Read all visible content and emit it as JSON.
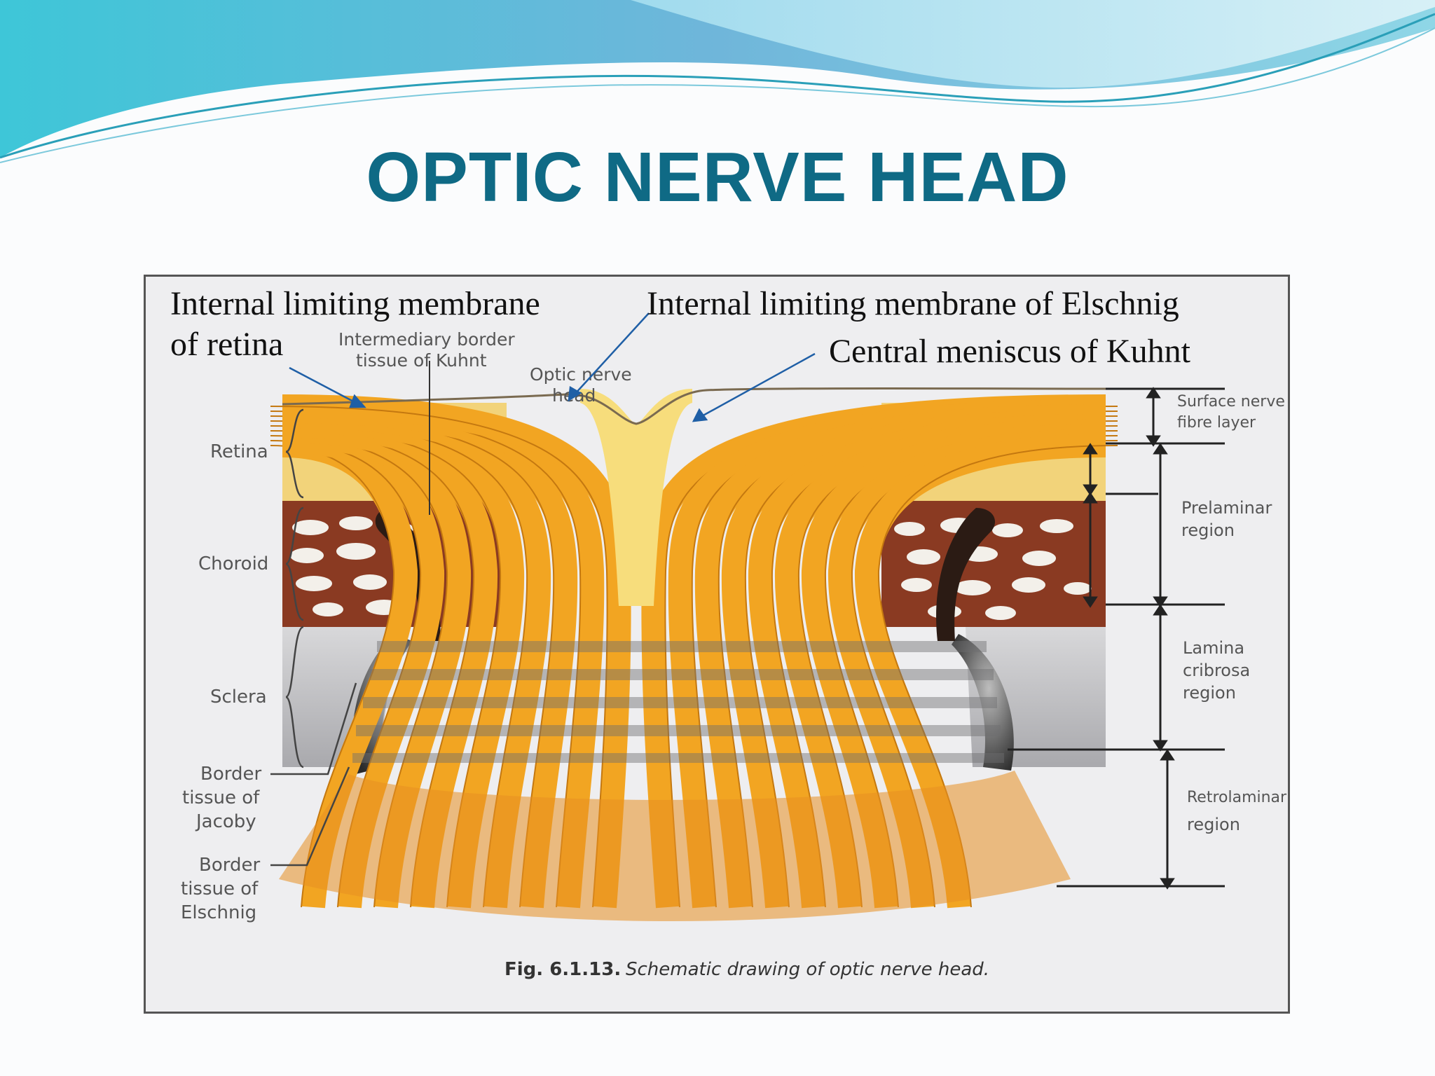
{
  "slide": {
    "title": "OPTIC NERVE HEAD"
  },
  "overlay_labels": {
    "ilm_retina_line1": "Internal limiting membrane",
    "ilm_retina_line2": "of retina",
    "ilm_elschnig": "Internal limiting membrane of Elschnig",
    "central_meniscus": "Central meniscus of Kuhnt"
  },
  "figure_labels": {
    "intermediary_border_line1": "Intermediary border",
    "intermediary_border_line2": "tissue of Kuhnt",
    "optic_nerve_head_line1": "Optic nerve",
    "optic_nerve_head_line2": "head",
    "retina": "Retina",
    "choroid": "Choroid",
    "sclera": "Sclera",
    "jacoby_line1": "Border",
    "jacoby_line2": "tissue of",
    "jacoby_line3": "Jacoby",
    "elschnig_line1": "Border",
    "elschnig_line2": "tissue of",
    "elschnig_line3": "Elschnig",
    "surface_line1": "Surface nerve",
    "surface_line2": "fibre layer",
    "prelaminar_line1": "Prelaminar",
    "prelaminar_line2": "region",
    "lamina_line1": "Lamina",
    "lamina_line2": "cribrosa",
    "lamina_line3": "region",
    "retrolaminar_line1": "Retrolaminar",
    "retrolaminar_line2": "region"
  },
  "caption": {
    "fig_number": "Fig. 6.1.13.",
    "text": "Schematic drawing of optic nerve head."
  },
  "colors": {
    "title": "#0f6a85",
    "fibre": "#f2a522",
    "fibre_light": "#f8d36a",
    "choroid": "#8a3a22",
    "sclera": "#c9c9cc",
    "arrow": "#1f5fa6"
  }
}
